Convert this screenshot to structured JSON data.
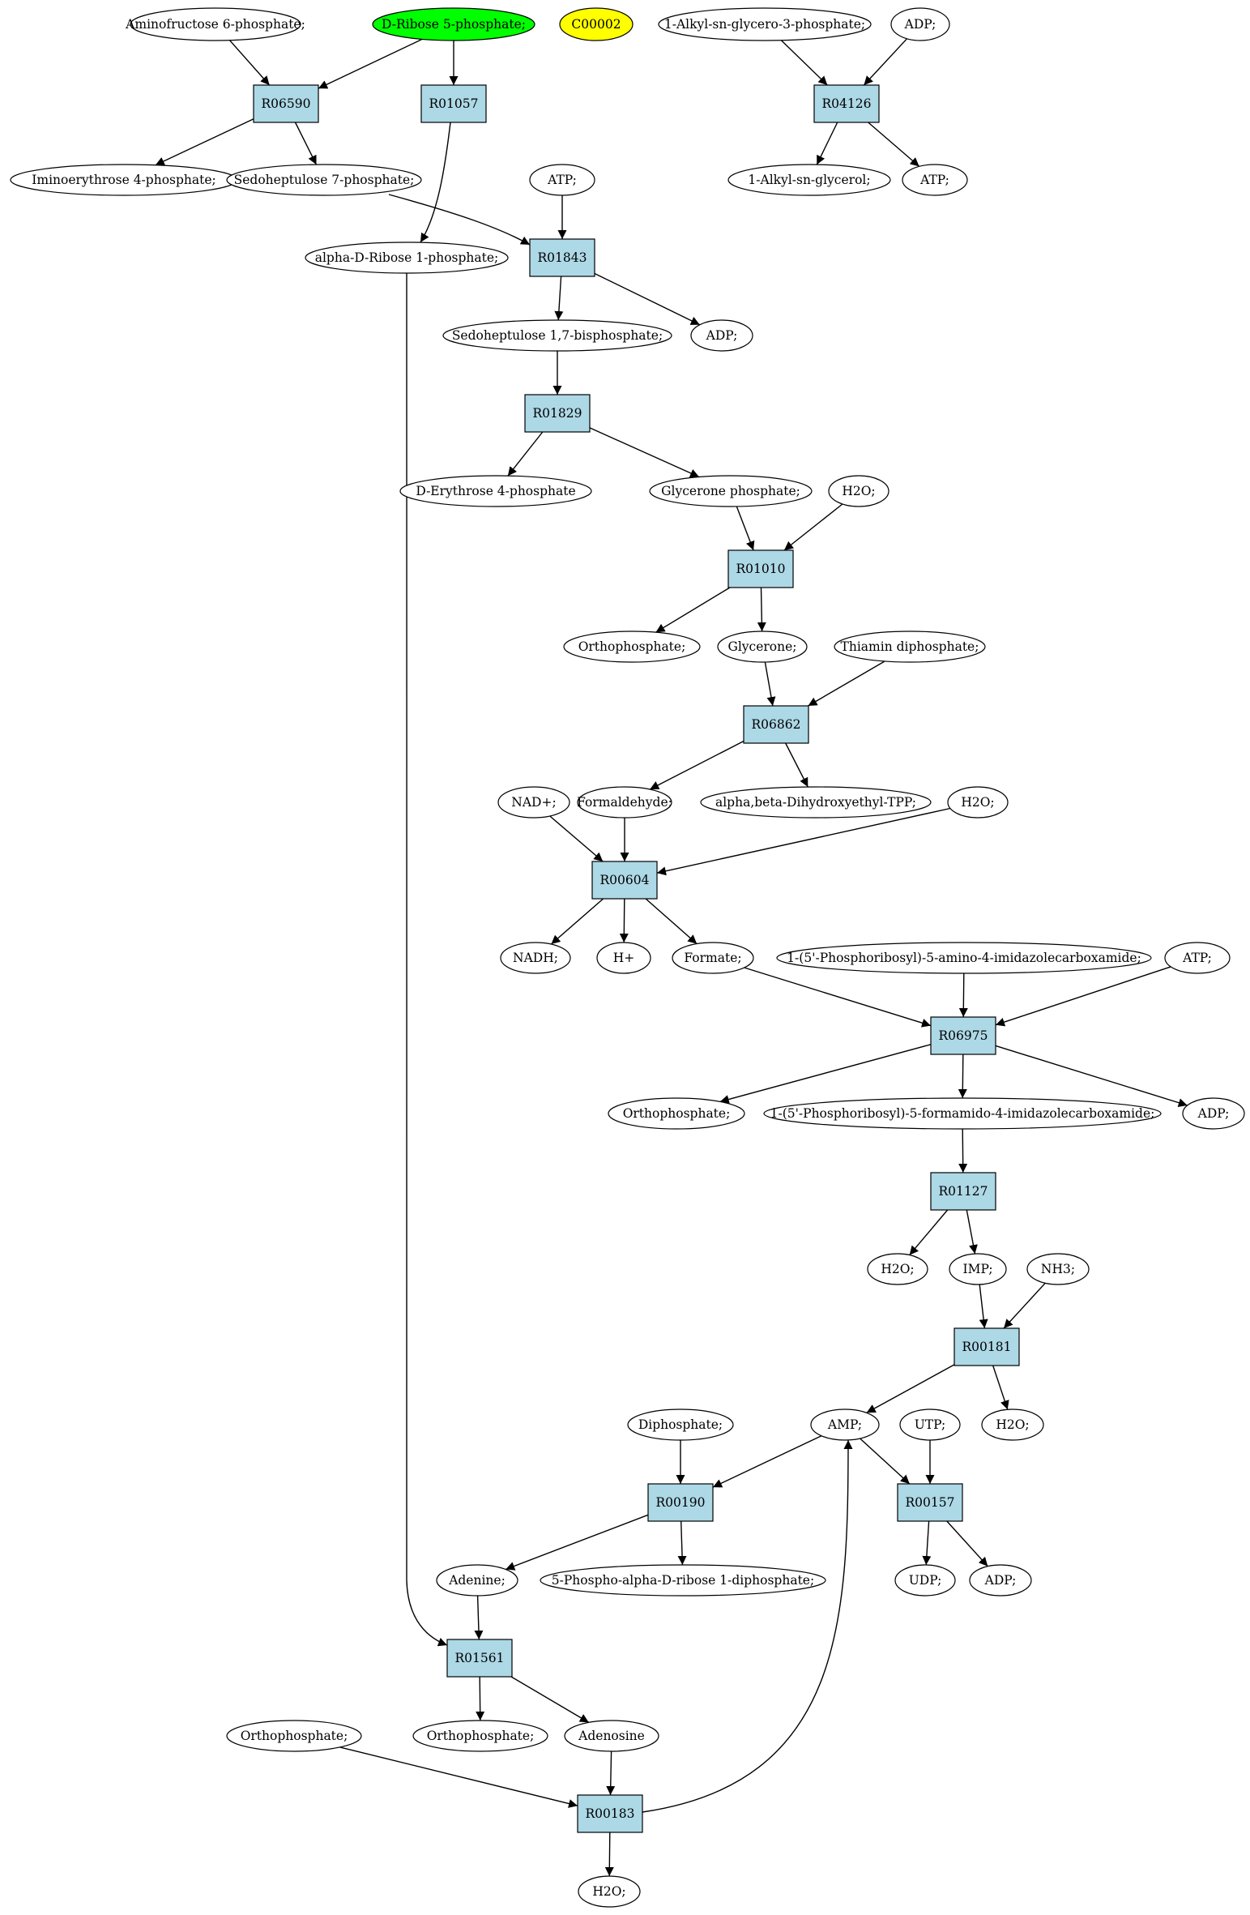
{
  "colors": {
    "reaction_fill": "#add8e6",
    "compound_fill": "#ffffff",
    "start_fill": "#00ff00",
    "marker_fill": "#ffff00",
    "stroke": "#000000"
  },
  "nodes": [
    {
      "id": "c1",
      "kind": "compound",
      "label": "Aminofructose 6-phosphate;"
    },
    {
      "id": "c2",
      "kind": "start",
      "label": "D-Ribose 5-phosphate;"
    },
    {
      "id": "c3",
      "kind": "marker",
      "label": "C00002"
    },
    {
      "id": "c4",
      "kind": "compound",
      "label": "1-Alkyl-sn-glycero-3-phosphate;"
    },
    {
      "id": "c5",
      "kind": "compound",
      "label": "ADP;"
    },
    {
      "id": "r1",
      "kind": "reaction",
      "label": "R06590"
    },
    {
      "id": "r2",
      "kind": "reaction",
      "label": "R01057"
    },
    {
      "id": "r3",
      "kind": "reaction",
      "label": "R04126"
    },
    {
      "id": "c6",
      "kind": "compound",
      "label": "Iminoerythrose 4-phosphate;"
    },
    {
      "id": "c7",
      "kind": "compound",
      "label": "Sedoheptulose 7-phosphate;"
    },
    {
      "id": "c8",
      "kind": "compound",
      "label": "ATP;"
    },
    {
      "id": "c9",
      "kind": "compound",
      "label": "1-Alkyl-sn-glycerol;"
    },
    {
      "id": "c10",
      "kind": "compound",
      "label": "ATP;"
    },
    {
      "id": "c11",
      "kind": "compound",
      "label": "alpha-D-Ribose 1-phosphate;"
    },
    {
      "id": "r4",
      "kind": "reaction",
      "label": "R01843"
    },
    {
      "id": "c12",
      "kind": "compound",
      "label": "Sedoheptulose 1,7-bisphosphate;"
    },
    {
      "id": "c13",
      "kind": "compound",
      "label": "ADP;"
    },
    {
      "id": "r5",
      "kind": "reaction",
      "label": "R01829"
    },
    {
      "id": "c14",
      "kind": "compound",
      "label": "D-Erythrose 4-phosphate"
    },
    {
      "id": "c15",
      "kind": "compound",
      "label": "Glycerone phosphate;"
    },
    {
      "id": "c16",
      "kind": "compound",
      "label": "H2O;"
    },
    {
      "id": "r6",
      "kind": "reaction",
      "label": "R01010"
    },
    {
      "id": "c17",
      "kind": "compound",
      "label": "Orthophosphate;"
    },
    {
      "id": "c18",
      "kind": "compound",
      "label": "Glycerone;"
    },
    {
      "id": "c19",
      "kind": "compound",
      "label": "Thiamin diphosphate;"
    },
    {
      "id": "r7",
      "kind": "reaction",
      "label": "R06862"
    },
    {
      "id": "c20",
      "kind": "compound",
      "label": "NAD+;"
    },
    {
      "id": "c21",
      "kind": "compound",
      "label": "Formaldehyde;"
    },
    {
      "id": "c22",
      "kind": "compound",
      "label": "alpha,beta-Dihydroxyethyl-TPP;"
    },
    {
      "id": "c23",
      "kind": "compound",
      "label": "H2O;"
    },
    {
      "id": "r8",
      "kind": "reaction",
      "label": "R00604"
    },
    {
      "id": "c24",
      "kind": "compound",
      "label": "NADH;"
    },
    {
      "id": "c25",
      "kind": "compound",
      "label": "H+"
    },
    {
      "id": "c26",
      "kind": "compound",
      "label": "Formate;"
    },
    {
      "id": "c27",
      "kind": "compound",
      "label": "1-(5'-Phosphoribosyl)-5-amino-4-imidazolecarboxamide;"
    },
    {
      "id": "c28",
      "kind": "compound",
      "label": "ATP;"
    },
    {
      "id": "r9",
      "kind": "reaction",
      "label": "R06975"
    },
    {
      "id": "c29",
      "kind": "compound",
      "label": "Orthophosphate;"
    },
    {
      "id": "c30",
      "kind": "compound",
      "label": "1-(5'-Phosphoribosyl)-5-formamido-4-imidazolecarboxamide;"
    },
    {
      "id": "c31",
      "kind": "compound",
      "label": "ADP;"
    },
    {
      "id": "r10",
      "kind": "reaction",
      "label": "R01127"
    },
    {
      "id": "c32",
      "kind": "compound",
      "label": "H2O;"
    },
    {
      "id": "c33",
      "kind": "compound",
      "label": "IMP;"
    },
    {
      "id": "c34",
      "kind": "compound",
      "label": "NH3;"
    },
    {
      "id": "r11",
      "kind": "reaction",
      "label": "R00181"
    },
    {
      "id": "c35",
      "kind": "compound",
      "label": "Diphosphate;"
    },
    {
      "id": "c36",
      "kind": "compound",
      "label": "AMP;"
    },
    {
      "id": "c37",
      "kind": "compound",
      "label": "UTP;"
    },
    {
      "id": "c38",
      "kind": "compound",
      "label": "H2O;"
    },
    {
      "id": "r12",
      "kind": "reaction",
      "label": "R00190"
    },
    {
      "id": "r13",
      "kind": "reaction",
      "label": "R00157"
    },
    {
      "id": "c39",
      "kind": "compound",
      "label": "Adenine;"
    },
    {
      "id": "c40",
      "kind": "compound",
      "label": "5-Phospho-alpha-D-ribose 1-diphosphate;"
    },
    {
      "id": "c41",
      "kind": "compound",
      "label": "UDP;"
    },
    {
      "id": "c42",
      "kind": "compound",
      "label": "ADP;"
    },
    {
      "id": "r14",
      "kind": "reaction",
      "label": "R01561"
    },
    {
      "id": "c43",
      "kind": "compound",
      "label": "Orthophosphate;"
    },
    {
      "id": "c44",
      "kind": "compound",
      "label": "Orthophosphate;"
    },
    {
      "id": "c45",
      "kind": "compound",
      "label": "Adenosine"
    },
    {
      "id": "r15",
      "kind": "reaction",
      "label": "R00183"
    },
    {
      "id": "c46",
      "kind": "compound",
      "label": "H2O;"
    }
  ],
  "edges": [
    [
      "c1",
      "r1"
    ],
    [
      "c2",
      "r1"
    ],
    [
      "c2",
      "r2"
    ],
    [
      "r1",
      "c6"
    ],
    [
      "r1",
      "c7"
    ],
    [
      "c4",
      "r3"
    ],
    [
      "c5",
      "r3"
    ],
    [
      "r3",
      "c9"
    ],
    [
      "r3",
      "c10"
    ],
    [
      "r2",
      "c11"
    ],
    [
      "c7",
      "r4"
    ],
    [
      "c8",
      "r4"
    ],
    [
      "r4",
      "c12"
    ],
    [
      "r4",
      "c13"
    ],
    [
      "c12",
      "r5"
    ],
    [
      "r5",
      "c14"
    ],
    [
      "r5",
      "c15"
    ],
    [
      "c15",
      "r6"
    ],
    [
      "c16",
      "r6"
    ],
    [
      "r6",
      "c17"
    ],
    [
      "r6",
      "c18"
    ],
    [
      "c18",
      "r7"
    ],
    [
      "c19",
      "r7"
    ],
    [
      "r7",
      "c21"
    ],
    [
      "r7",
      "c22"
    ],
    [
      "c20",
      "r8"
    ],
    [
      "c21",
      "r8"
    ],
    [
      "c23",
      "r8"
    ],
    [
      "r8",
      "c24"
    ],
    [
      "r8",
      "c25"
    ],
    [
      "r8",
      "c26"
    ],
    [
      "c26",
      "r9"
    ],
    [
      "c27",
      "r9"
    ],
    [
      "c28",
      "r9"
    ],
    [
      "r9",
      "c29"
    ],
    [
      "r9",
      "c30"
    ],
    [
      "r9",
      "c31"
    ],
    [
      "c30",
      "r10"
    ],
    [
      "r10",
      "c32"
    ],
    [
      "r10",
      "c33"
    ],
    [
      "c33",
      "r11"
    ],
    [
      "c34",
      "r11"
    ],
    [
      "r11",
      "c36"
    ],
    [
      "r11",
      "c38"
    ],
    [
      "c35",
      "r12"
    ],
    [
      "c36",
      "r12"
    ],
    [
      "c36",
      "r13"
    ],
    [
      "c37",
      "r13"
    ],
    [
      "r12",
      "c39"
    ],
    [
      "r12",
      "c40"
    ],
    [
      "r13",
      "c41"
    ],
    [
      "r13",
      "c42"
    ],
    [
      "c39",
      "r14"
    ],
    [
      "c11",
      "r14"
    ],
    [
      "r14",
      "c44"
    ],
    [
      "r14",
      "c45"
    ],
    [
      "c45",
      "r15"
    ],
    [
      "c43",
      "r15"
    ],
    [
      "r15",
      "c46"
    ],
    [
      "r15",
      "c36"
    ]
  ]
}
